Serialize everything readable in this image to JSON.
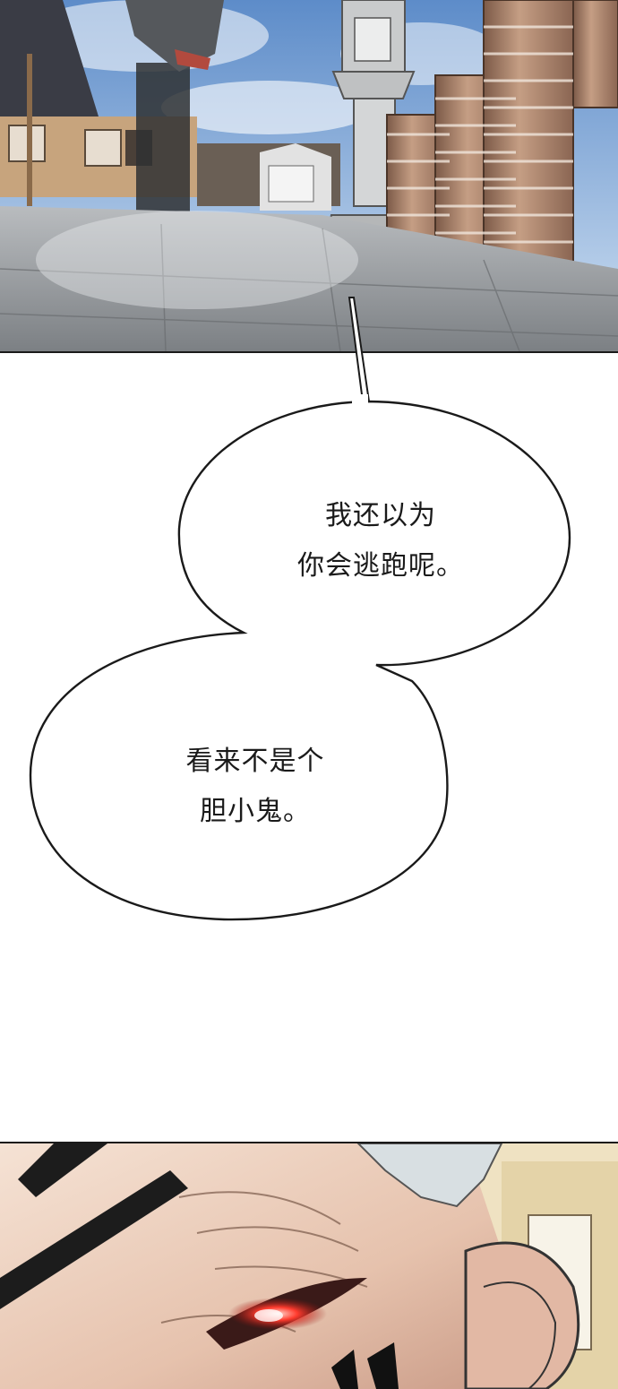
{
  "panels": [
    {
      "id": "street-scene",
      "description_none": ""
    },
    {
      "id": "face-closeup",
      "description_none": ""
    }
  ],
  "dialogue": {
    "bubble_1": {
      "line_1": "我还以为",
      "line_2": "你会逃跑呢。"
    },
    "bubble_2": {
      "line_1": "看来不是个",
      "line_2": "胆小鬼。"
    }
  },
  "colors": {
    "sky": "#7fa8d8",
    "ground": "#8a8d90",
    "barrel": "#b08a70",
    "skin": "#e9c9b4",
    "eye_glow": "#e8312a",
    "ink": "#1a1a1a"
  }
}
